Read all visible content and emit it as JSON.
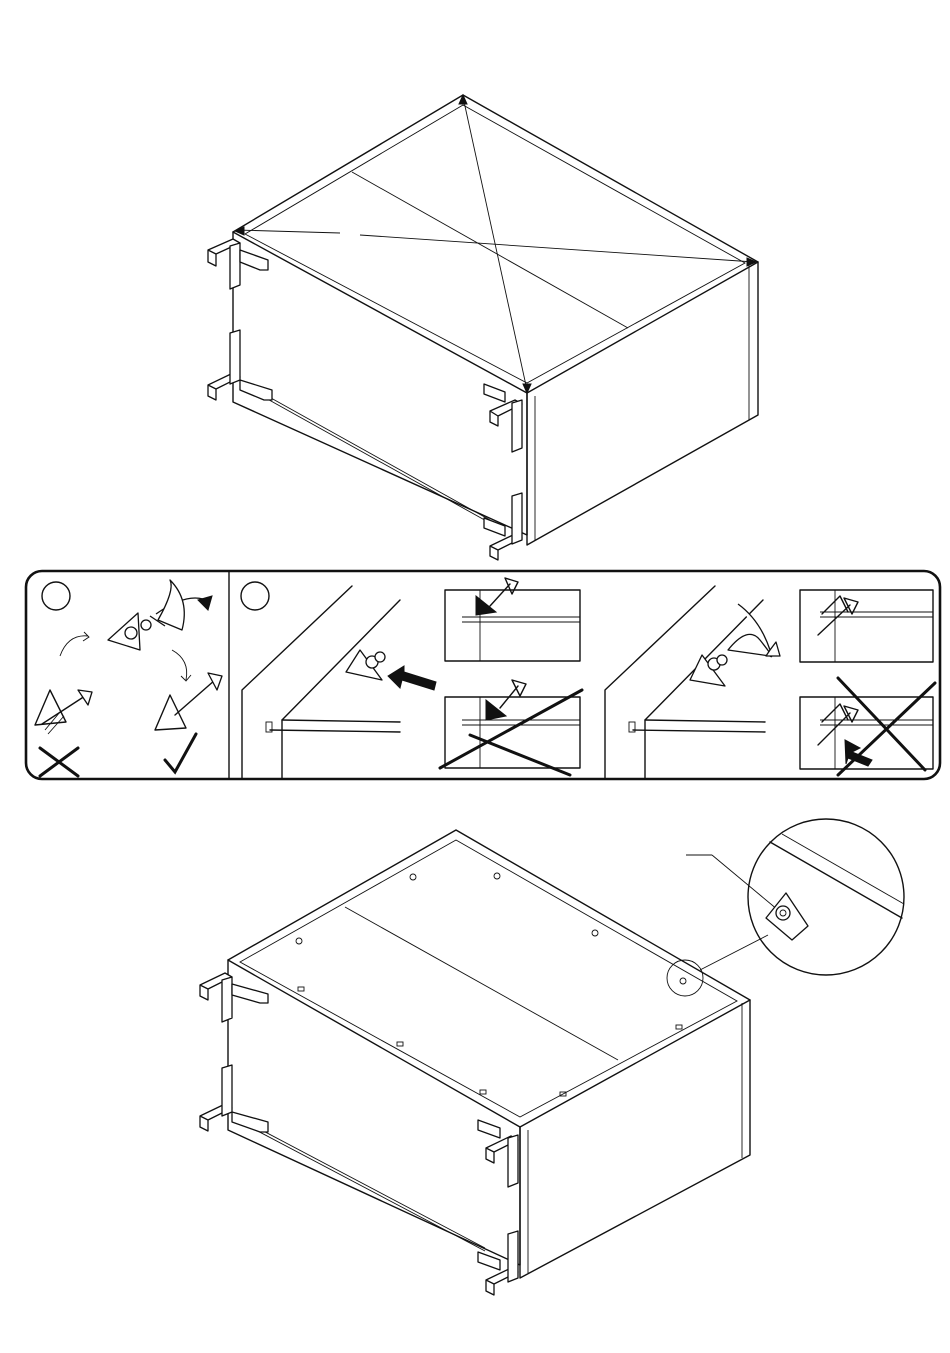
{
  "page": {
    "background": "#ffffff",
    "line_color": "#111111"
  },
  "steps": {
    "top_illustration": "cabinet-diagonal-check",
    "instruction_panel": {
      "left_marker": "",
      "right_marker": "",
      "icons": [
        "rotate-arrow-icon",
        "screw-icon",
        "corner-bracket-icon",
        "wrong-cross-icon",
        "correct-check-icon",
        "push-arrow-icon"
      ]
    },
    "bottom_illustration": "cabinet-with-brackets",
    "detail_callout": "corner-bracket-detail"
  }
}
